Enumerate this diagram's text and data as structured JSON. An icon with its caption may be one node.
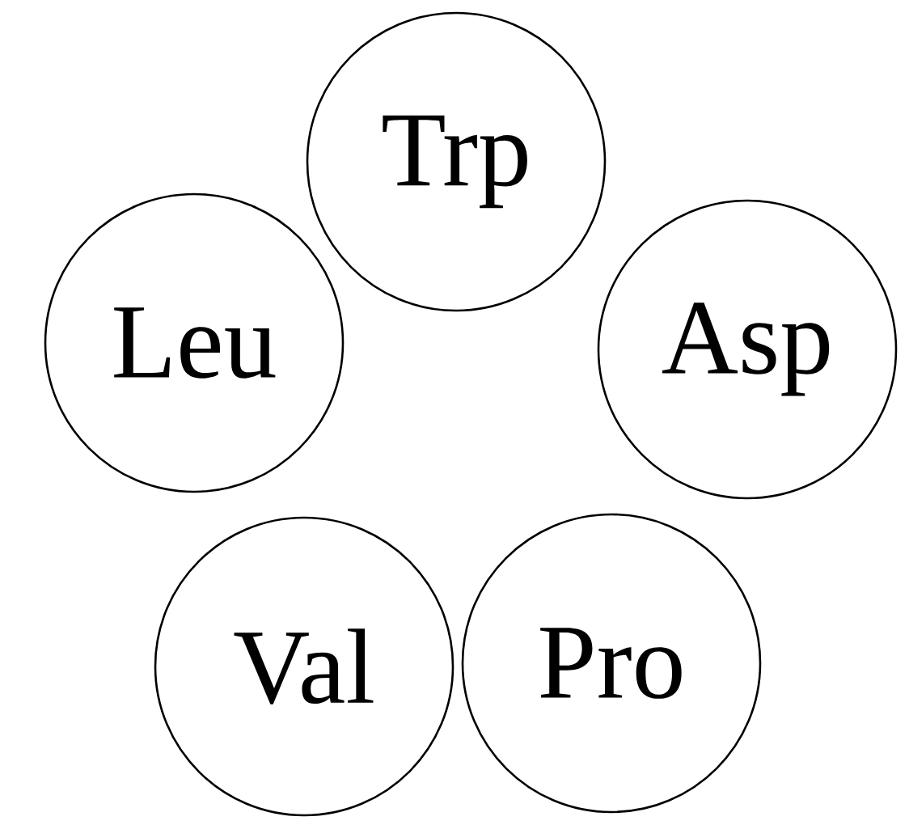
{
  "diagram": {
    "nodes": [
      {
        "text": [
          "Trp"
        ]
      },
      {
        "text": [
          "Leu"
        ]
      },
      {
        "text": [
          "Asp"
        ]
      },
      {
        "text": [
          "Val"
        ]
      },
      {
        "text": [
          "Pro"
        ]
      }
    ]
  }
}
